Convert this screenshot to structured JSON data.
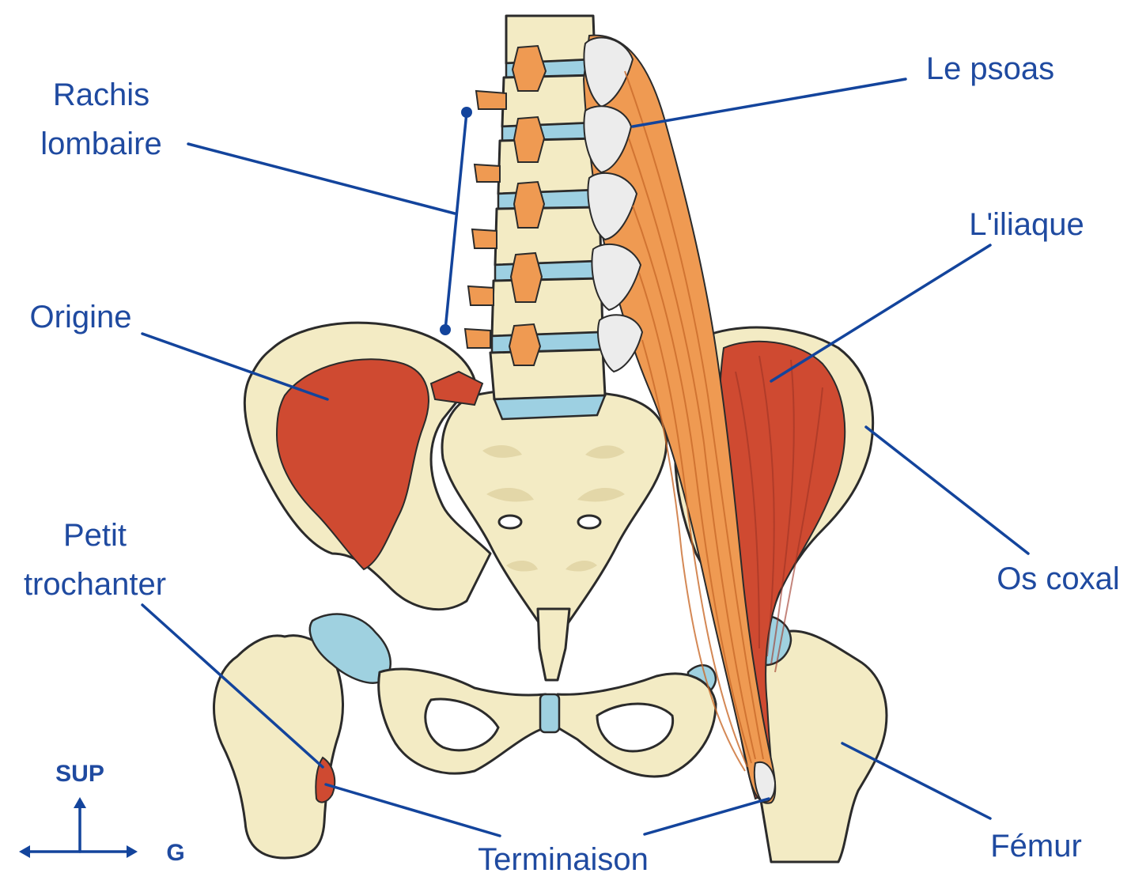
{
  "labels": {
    "rachis": [
      "Rachis",
      "lombaire"
    ],
    "psoas": "Le psoas",
    "iliaque": "L'iliaque",
    "origine": "Origine",
    "os_coxal": "Os coxal",
    "petit_trochanter": [
      "Petit",
      "trochanter"
    ],
    "terminaison": "Terminaison",
    "femur": "Fémur"
  },
  "orientation": {
    "sup": "SUP",
    "g": "G"
  },
  "colors": {
    "label_text": "#1f4aa0",
    "leader_line": "#13449c",
    "bone": "#f3ebc4",
    "cartilage": "#9dd0e2",
    "muscle_origin_red": "#cf4a31",
    "psoas_orange": "#ef9a52"
  }
}
